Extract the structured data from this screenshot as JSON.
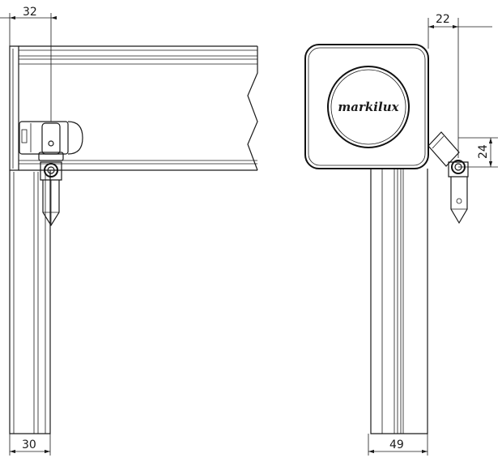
{
  "dimensions": {
    "left_top": "32",
    "left_bottom": "30",
    "right_top": "22",
    "right_side": "24",
    "right_bottom": "49"
  },
  "brand": {
    "logo_text": "markilux"
  },
  "colors": {
    "line": "#1a1a1a",
    "background": "#ffffff"
  }
}
